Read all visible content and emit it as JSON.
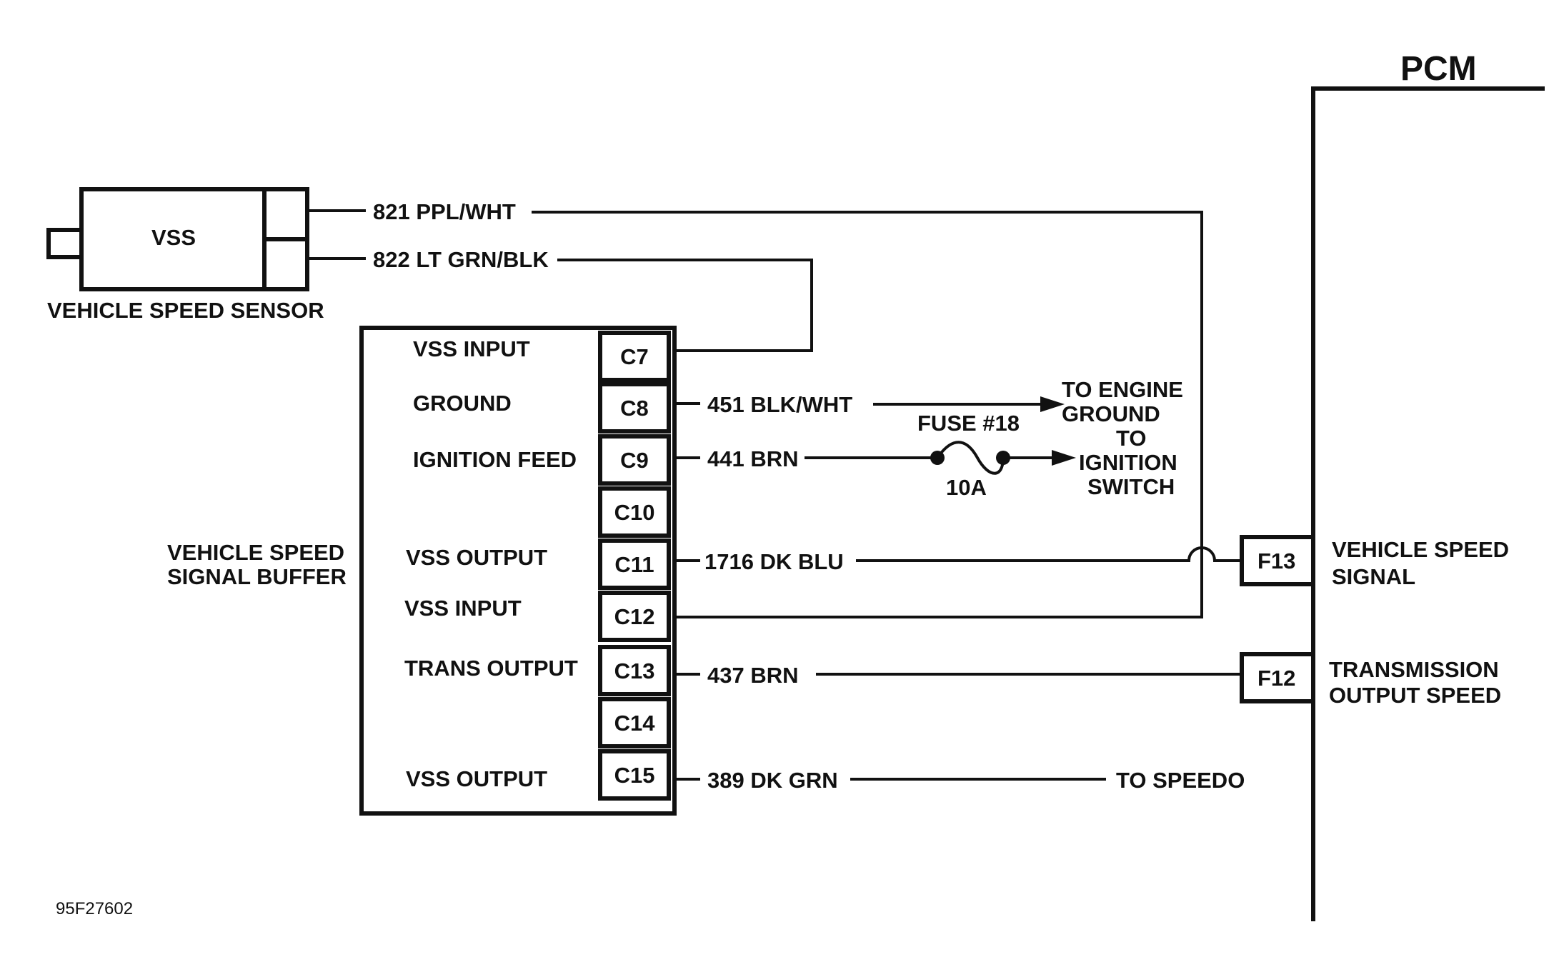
{
  "vss": {
    "label": "VSS",
    "caption": "VEHICLE SPEED SENSOR"
  },
  "wires": {
    "w821": "821 PPL/WHT",
    "w822": "822 LT GRN/BLK",
    "w451": "451 BLK/WHT",
    "w441": "441 BRN",
    "w1716": "1716 DK BLU",
    "w437": "437 BRN",
    "w389": "389 DK GRN"
  },
  "buffer": {
    "caption_line1": "VEHICLE SPEED",
    "caption_line2": "SIGNAL BUFFER",
    "pins": [
      {
        "id": "C7",
        "label": "VSS INPUT"
      },
      {
        "id": "C8",
        "label": "GROUND"
      },
      {
        "id": "C9",
        "label": "IGNITION FEED"
      },
      {
        "id": "C10",
        "label": ""
      },
      {
        "id": "C11",
        "label": "VSS OUTPUT"
      },
      {
        "id": "C12",
        "label": "VSS INPUT"
      },
      {
        "id": "C13",
        "label": "TRANS OUTPUT"
      },
      {
        "id": "C14",
        "label": ""
      },
      {
        "id": "C15",
        "label": "VSS OUTPUT"
      }
    ]
  },
  "fuse": {
    "label": "FUSE #18",
    "rating": "10A"
  },
  "destinations": {
    "ground_line1": "TO ENGINE",
    "ground_line2": "GROUND",
    "ign_line1": "TO",
    "ign_line2": "IGNITION",
    "ign_line3": "SWITCH",
    "speedo": "TO SPEEDO"
  },
  "pcm": {
    "title": "PCM",
    "pins": [
      {
        "id": "F13",
        "label_line1": "VEHICLE SPEED",
        "label_line2": "SIGNAL"
      },
      {
        "id": "F12",
        "label_line1": "TRANSMISSION",
        "label_line2": "OUTPUT SPEED"
      }
    ]
  },
  "figure_code": "95F27602"
}
